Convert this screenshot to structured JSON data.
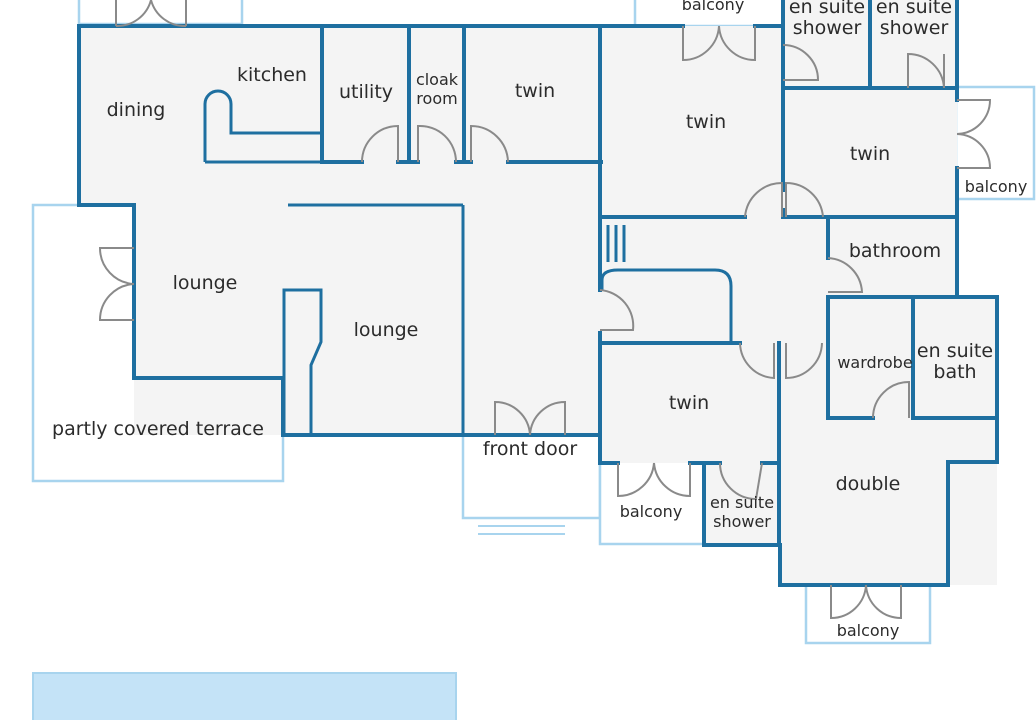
{
  "rooms": {
    "dining": "dining",
    "kitchen": "kitchen",
    "utility": "utility",
    "cloakroom_line1": "cloak",
    "cloakroom_line2": "room",
    "twin_1": "twin",
    "twin_2": "twin",
    "twin_3": "twin",
    "twin_4": "twin",
    "lounge_1": "lounge",
    "lounge_2": "lounge",
    "terrace": "partly covered terrace",
    "front_door": "front door",
    "bathroom": "bathroom",
    "wardrobe": "wardrobe",
    "en_suite_bath_line1": "en suite",
    "en_suite_bath_line2": "bath",
    "double": "double",
    "balcony_top": "balcony",
    "balcony_right": "balcony",
    "balcony_lower": "balcony",
    "balcony_bottom": "balcony",
    "shower_a_line1": "en suite",
    "shower_a_line2": "shower",
    "shower_b_line1": "en suite",
    "shower_b_line2": "shower",
    "shower_c_line1": "en suite",
    "shower_c_line2": "shower"
  },
  "colors": {
    "wall": "#1e6fa0",
    "outdoor_outline": "#a8d4ee",
    "pool": "#c4e3f7",
    "floor": "#f4f4f4"
  }
}
